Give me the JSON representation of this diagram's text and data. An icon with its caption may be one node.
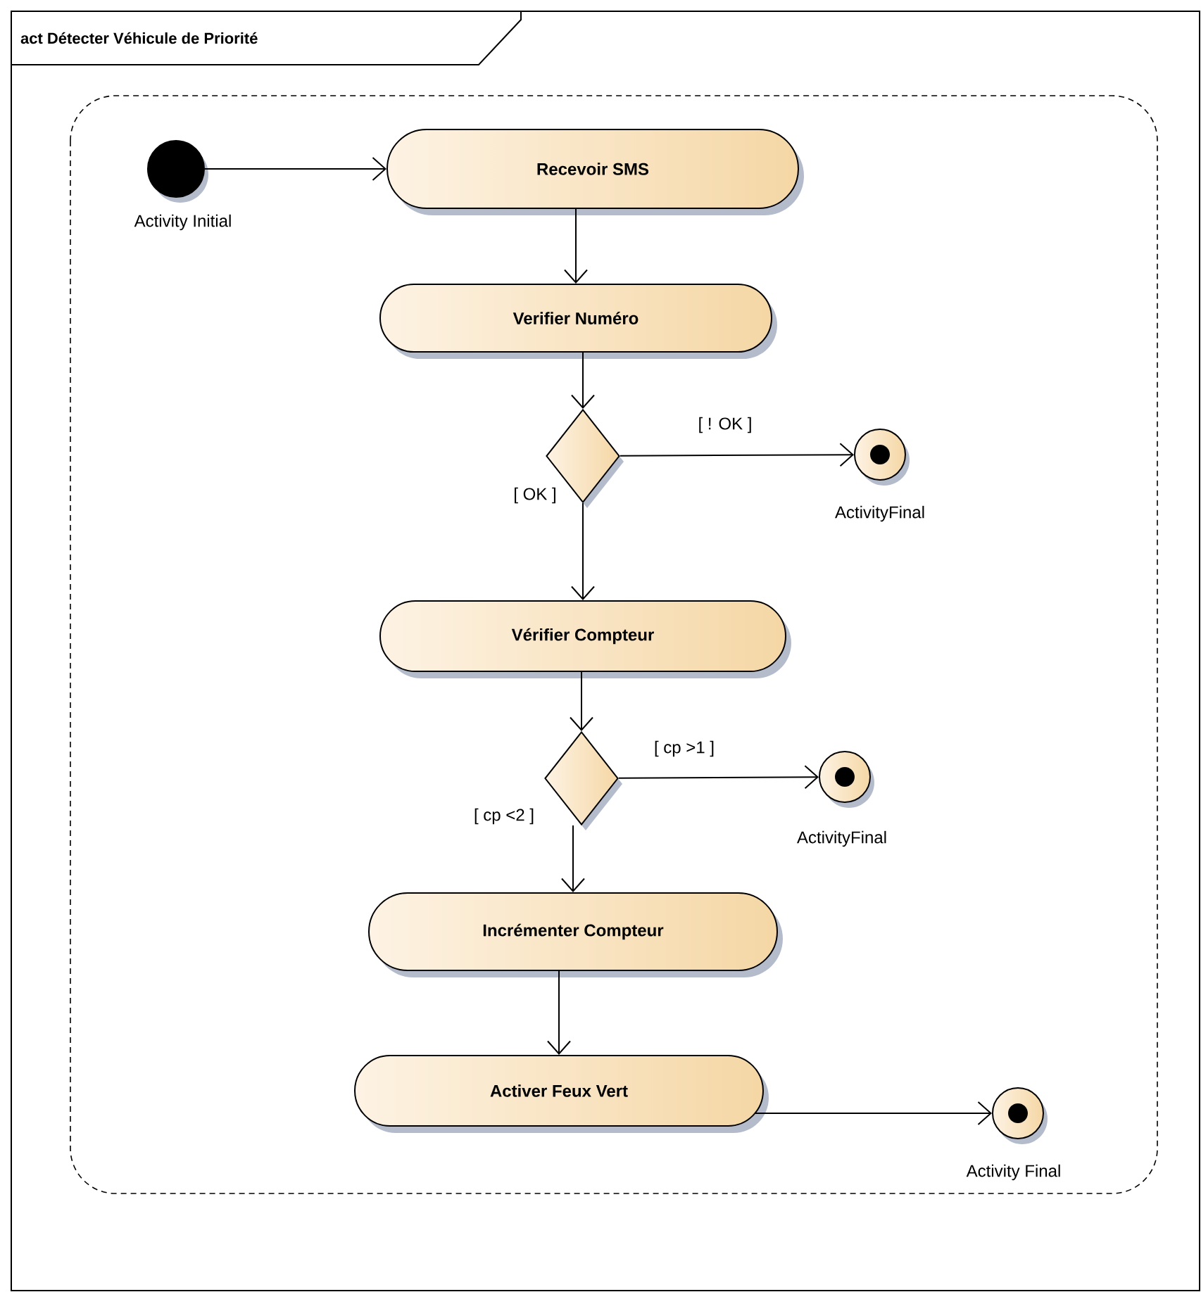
{
  "diagram": {
    "title": "act Détecter Véhicule de Priorité",
    "nodes": [
      {
        "text": [],
        "shape": "circle",
        "beside": [
          "Activity Initial"
        ]
      },
      {
        "text": [
          "Recevoir SMS"
        ]
      },
      {
        "text": [
          "Verifier Numéro"
        ]
      },
      {
        "text": [],
        "shape": "diamond"
      },
      {
        "text": [],
        "shape": "circle",
        "beside": [
          "ActivityFinal"
        ]
      },
      {
        "text": [
          "Vérifier Compteur"
        ]
      },
      {
        "text": [],
        "shape": "diamond"
      },
      {
        "text": [],
        "shape": "circle",
        "beside": [
          "ActivityFinal"
        ]
      },
      {
        "text": [
          "Incrémenter Compteur"
        ]
      },
      {
        "text": [
          "Activer Feux Vert"
        ]
      },
      {
        "text": [],
        "shape": "circle",
        "beside": [
          "Activity Final"
        ]
      }
    ],
    "edges": [
      {
        "from": 0,
        "to": 1,
        "arrow": "to"
      },
      {
        "from": 1,
        "to": 2,
        "arrow": "to"
      },
      {
        "from": 2,
        "to": 3,
        "arrow": "to"
      },
      {
        "from": 3,
        "to": 4,
        "arrow": "to",
        "label": "[ ! OK ]"
      },
      {
        "from": 3,
        "to": 5,
        "arrow": "to",
        "label": "[ OK ]"
      },
      {
        "from": 5,
        "to": 6,
        "arrow": "to"
      },
      {
        "from": 6,
        "to": 7,
        "arrow": "to",
        "label": "[  cp >1 ]"
      },
      {
        "from": 6,
        "to": 8,
        "arrow": "to",
        "label": "[ cp <2 ]"
      },
      {
        "from": 8,
        "to": 9,
        "arrow": "to"
      },
      {
        "from": 9,
        "to": 10,
        "arrow": "to"
      }
    ]
  }
}
